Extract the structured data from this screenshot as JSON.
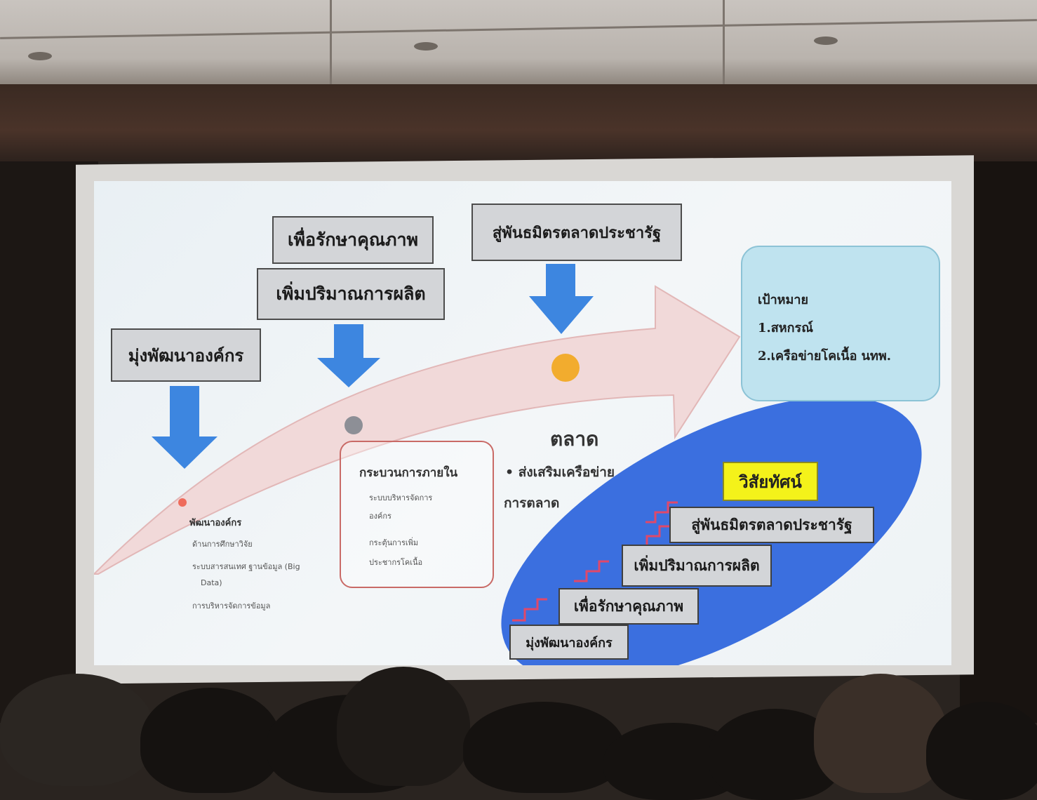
{
  "top_boxes": {
    "develop_org": "มุ่งพัฒนาองค์กร",
    "maintain_quality": "เพื่อรักษาคุณภาพ",
    "increase_production": "เพิ่มปริมาณการผลิต",
    "partner": "สู่พันธมิตรตลาดประชารัฐ"
  },
  "goal": {
    "title": "เป้าหมาย",
    "item1": "1.สหกรณ์",
    "item2": "2.เครือข่ายโคเนื้อ นทพ."
  },
  "develop_section": {
    "heading": "พัฒนาองค์กร",
    "bullets": [
      "ด้านการศึกษาวิจัย",
      "ระบบสารสนเทศ ฐานข้อมูล (Big",
      "Data)",
      "การบริหารจัดการข้อมูล"
    ]
  },
  "process_section": {
    "heading": "กระบวนการภายใน",
    "bullets": [
      "ระบบบริหารจัดการ",
      "องค์กร",
      "กระตุ้นการเพิ่ม",
      "ประชากรโคเนื้อ"
    ]
  },
  "market_section": {
    "title": "ตลาด",
    "bullet1": "• ส่งเสริมเครือข่าย",
    "bullet1b": "การตลาด"
  },
  "vision": {
    "label": "วิสัยทัศน์",
    "steps": [
      "สู่พันธมิตรตลาดประชารัฐ",
      "เพิ่มปริมาณการผลิต",
      "เพื่อรักษาคุณภาพ",
      "มุ่งพัฒนาองค์กร"
    ]
  },
  "colors": {
    "arrow_fill": "#f1d9d9",
    "down_arrow": "#3d86e0",
    "ellipse": "#3b6fdf",
    "goal_bg": "#bfe3ef",
    "vision_label": "#f4f21a",
    "dot_gray": "#8d8f96",
    "dot_orange": "#f2ac2e",
    "dot_red": "#ef6b5b"
  }
}
